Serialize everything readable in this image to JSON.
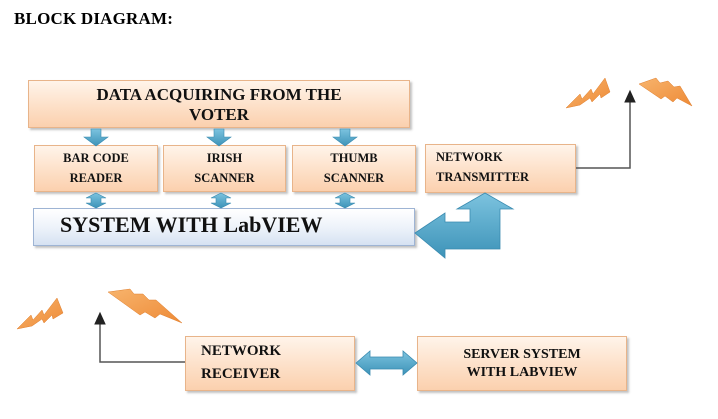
{
  "title": "BLOCK DIAGRAM:",
  "colors": {
    "box_fill": "#fde0c8",
    "box_border": "#e8b48a",
    "system_fill": "#e6eef8",
    "arrow_blue": "#4fa3c7",
    "lightning_orange": "#f39a4c",
    "line_gray": "#555555"
  },
  "transmitter_side": {
    "data_acquiring": {
      "line1": "DATA ACQUIRING FROM THE",
      "line2": "VOTER"
    },
    "bar_code_reader": {
      "line1": "BAR CODE",
      "line2": "READER"
    },
    "irish_scanner": {
      "line1": "IRISH",
      "line2": "SCANNER"
    },
    "thumb_scanner": {
      "line1": "THUMB",
      "line2": "SCANNER"
    },
    "system": {
      "label": "SYSTEM WITH LabVIEW"
    },
    "network_transmitter": {
      "line1": "NETWORK",
      "line2": "TRANSMITTER"
    }
  },
  "receiver_side": {
    "network_receiver": {
      "line1": "NETWORK",
      "line2": "RECEIVER"
    },
    "server_system": {
      "line1": "SERVER SYSTEM",
      "line2": "WITH LABVIEW"
    }
  },
  "icons": {
    "down_arrow": "down-arrow-icon",
    "updown_arrow": "up-down-arrow-icon",
    "bent_arrow": "bent-arrow-icon",
    "leftright_arrow": "left-right-arrow-icon",
    "lightning": "lightning-bolt-icon",
    "antenna": "antenna-arrow-icon"
  }
}
